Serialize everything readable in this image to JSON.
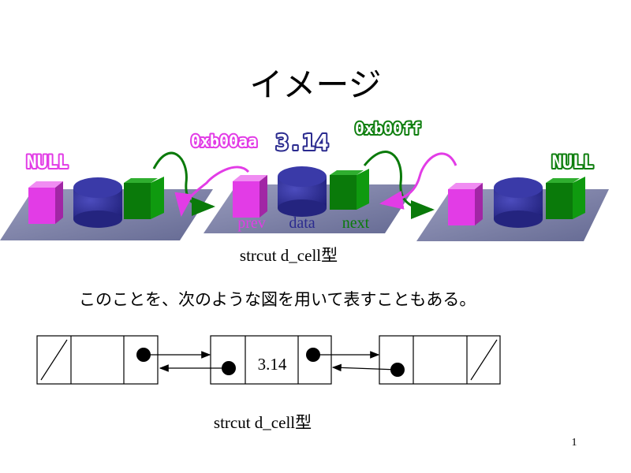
{
  "slide": {
    "title": "イメージ",
    "page_number": "1"
  },
  "image3d": {
    "null_left": "NULL",
    "null_right": "NULL",
    "addr_prev": "0xb00aa",
    "data_value": "3.14",
    "addr_next": "0xb00ff",
    "field_prev": "prev",
    "field_data": "data",
    "field_next": "next",
    "caption": "strcut d_cell型"
  },
  "description": "このことを、次のような図を用いて表すこともある。",
  "boxdiagram": {
    "middle_value": "3.14",
    "caption": "strcut d_cell型"
  },
  "colors": {
    "magenta": "#e23ce6",
    "navy": "#2b2b8f",
    "green": "#0a7a0a",
    "outline_green": "#0f7f0f",
    "platform": "#7f83a8"
  }
}
